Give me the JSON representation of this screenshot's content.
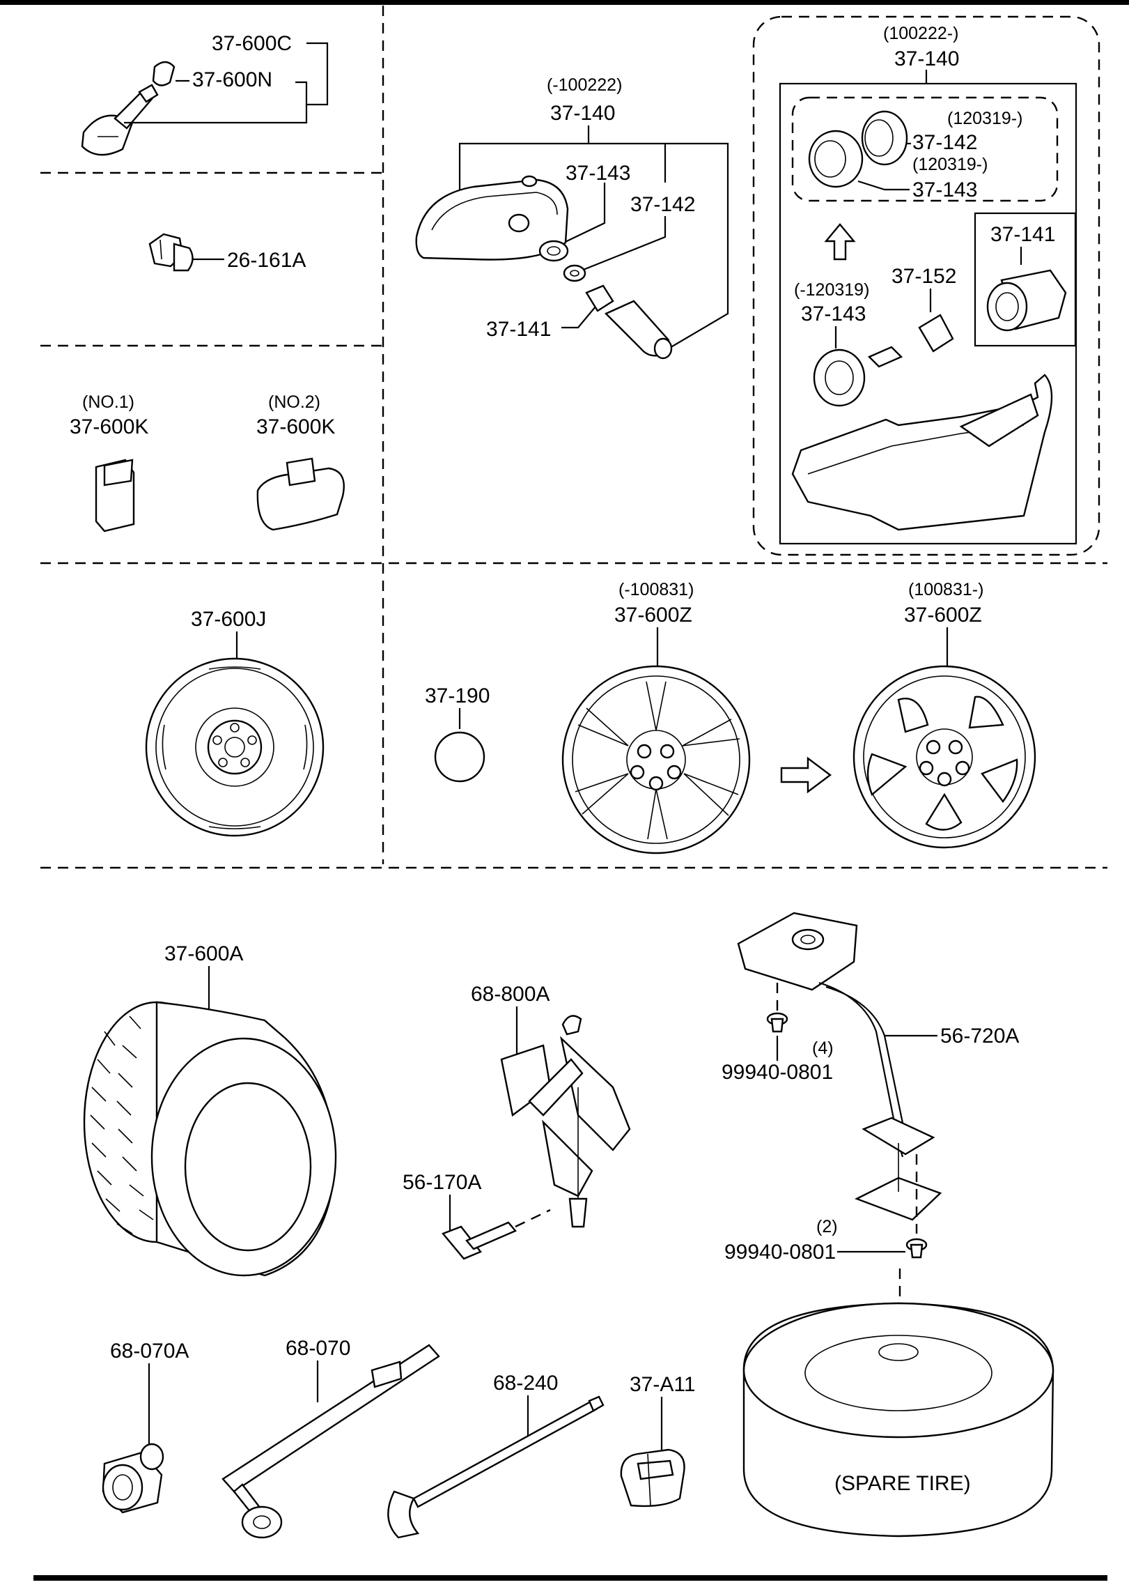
{
  "labels": {
    "valve": "37-600C",
    "valve_cap": "37-600N",
    "nut": "26-161A",
    "weight_no1_note": "(NO.1)",
    "weight_no1": "37-600K",
    "weight_no2_note": "(NO.2)",
    "weight_no2": "37-600K",
    "sensor_a_date": "(-100222)",
    "sensor_a": "37-140",
    "sensor_a_143": "37-143",
    "sensor_a_142": "37-142",
    "sensor_a_141": "37-141",
    "sensor_b_date": "(100222-)",
    "sensor_b": "37-140",
    "seal_142_date": "(120319-)",
    "seal_142": "37-142",
    "seal_143_date": "(120319-)",
    "seal_143": "37-143",
    "sensor_b_141": "37-141",
    "old_143_date": "(-120319)",
    "old_143": "37-143",
    "core": "37-152",
    "steel_wheel": "37-600J",
    "emblem": "37-190",
    "wheel_old_date": "(-100831)",
    "wheel_old": "37-600Z",
    "wheel_new_date": "(100831-)",
    "wheel_new": "37-600Z",
    "tire": "37-600A",
    "jack": "68-800A",
    "jack_handle": "56-170A",
    "carrier": "56-720A",
    "bolt_upper_qty": "(4)",
    "bolt_upper": "99940-0801",
    "bolt_lower_qty": "(2)",
    "bolt_lower": "99940-0801",
    "socket": "68-070A",
    "wrench": "68-070",
    "hook": "68-240",
    "strap": "37-A11",
    "spare": "(SPARE TIRE)"
  }
}
